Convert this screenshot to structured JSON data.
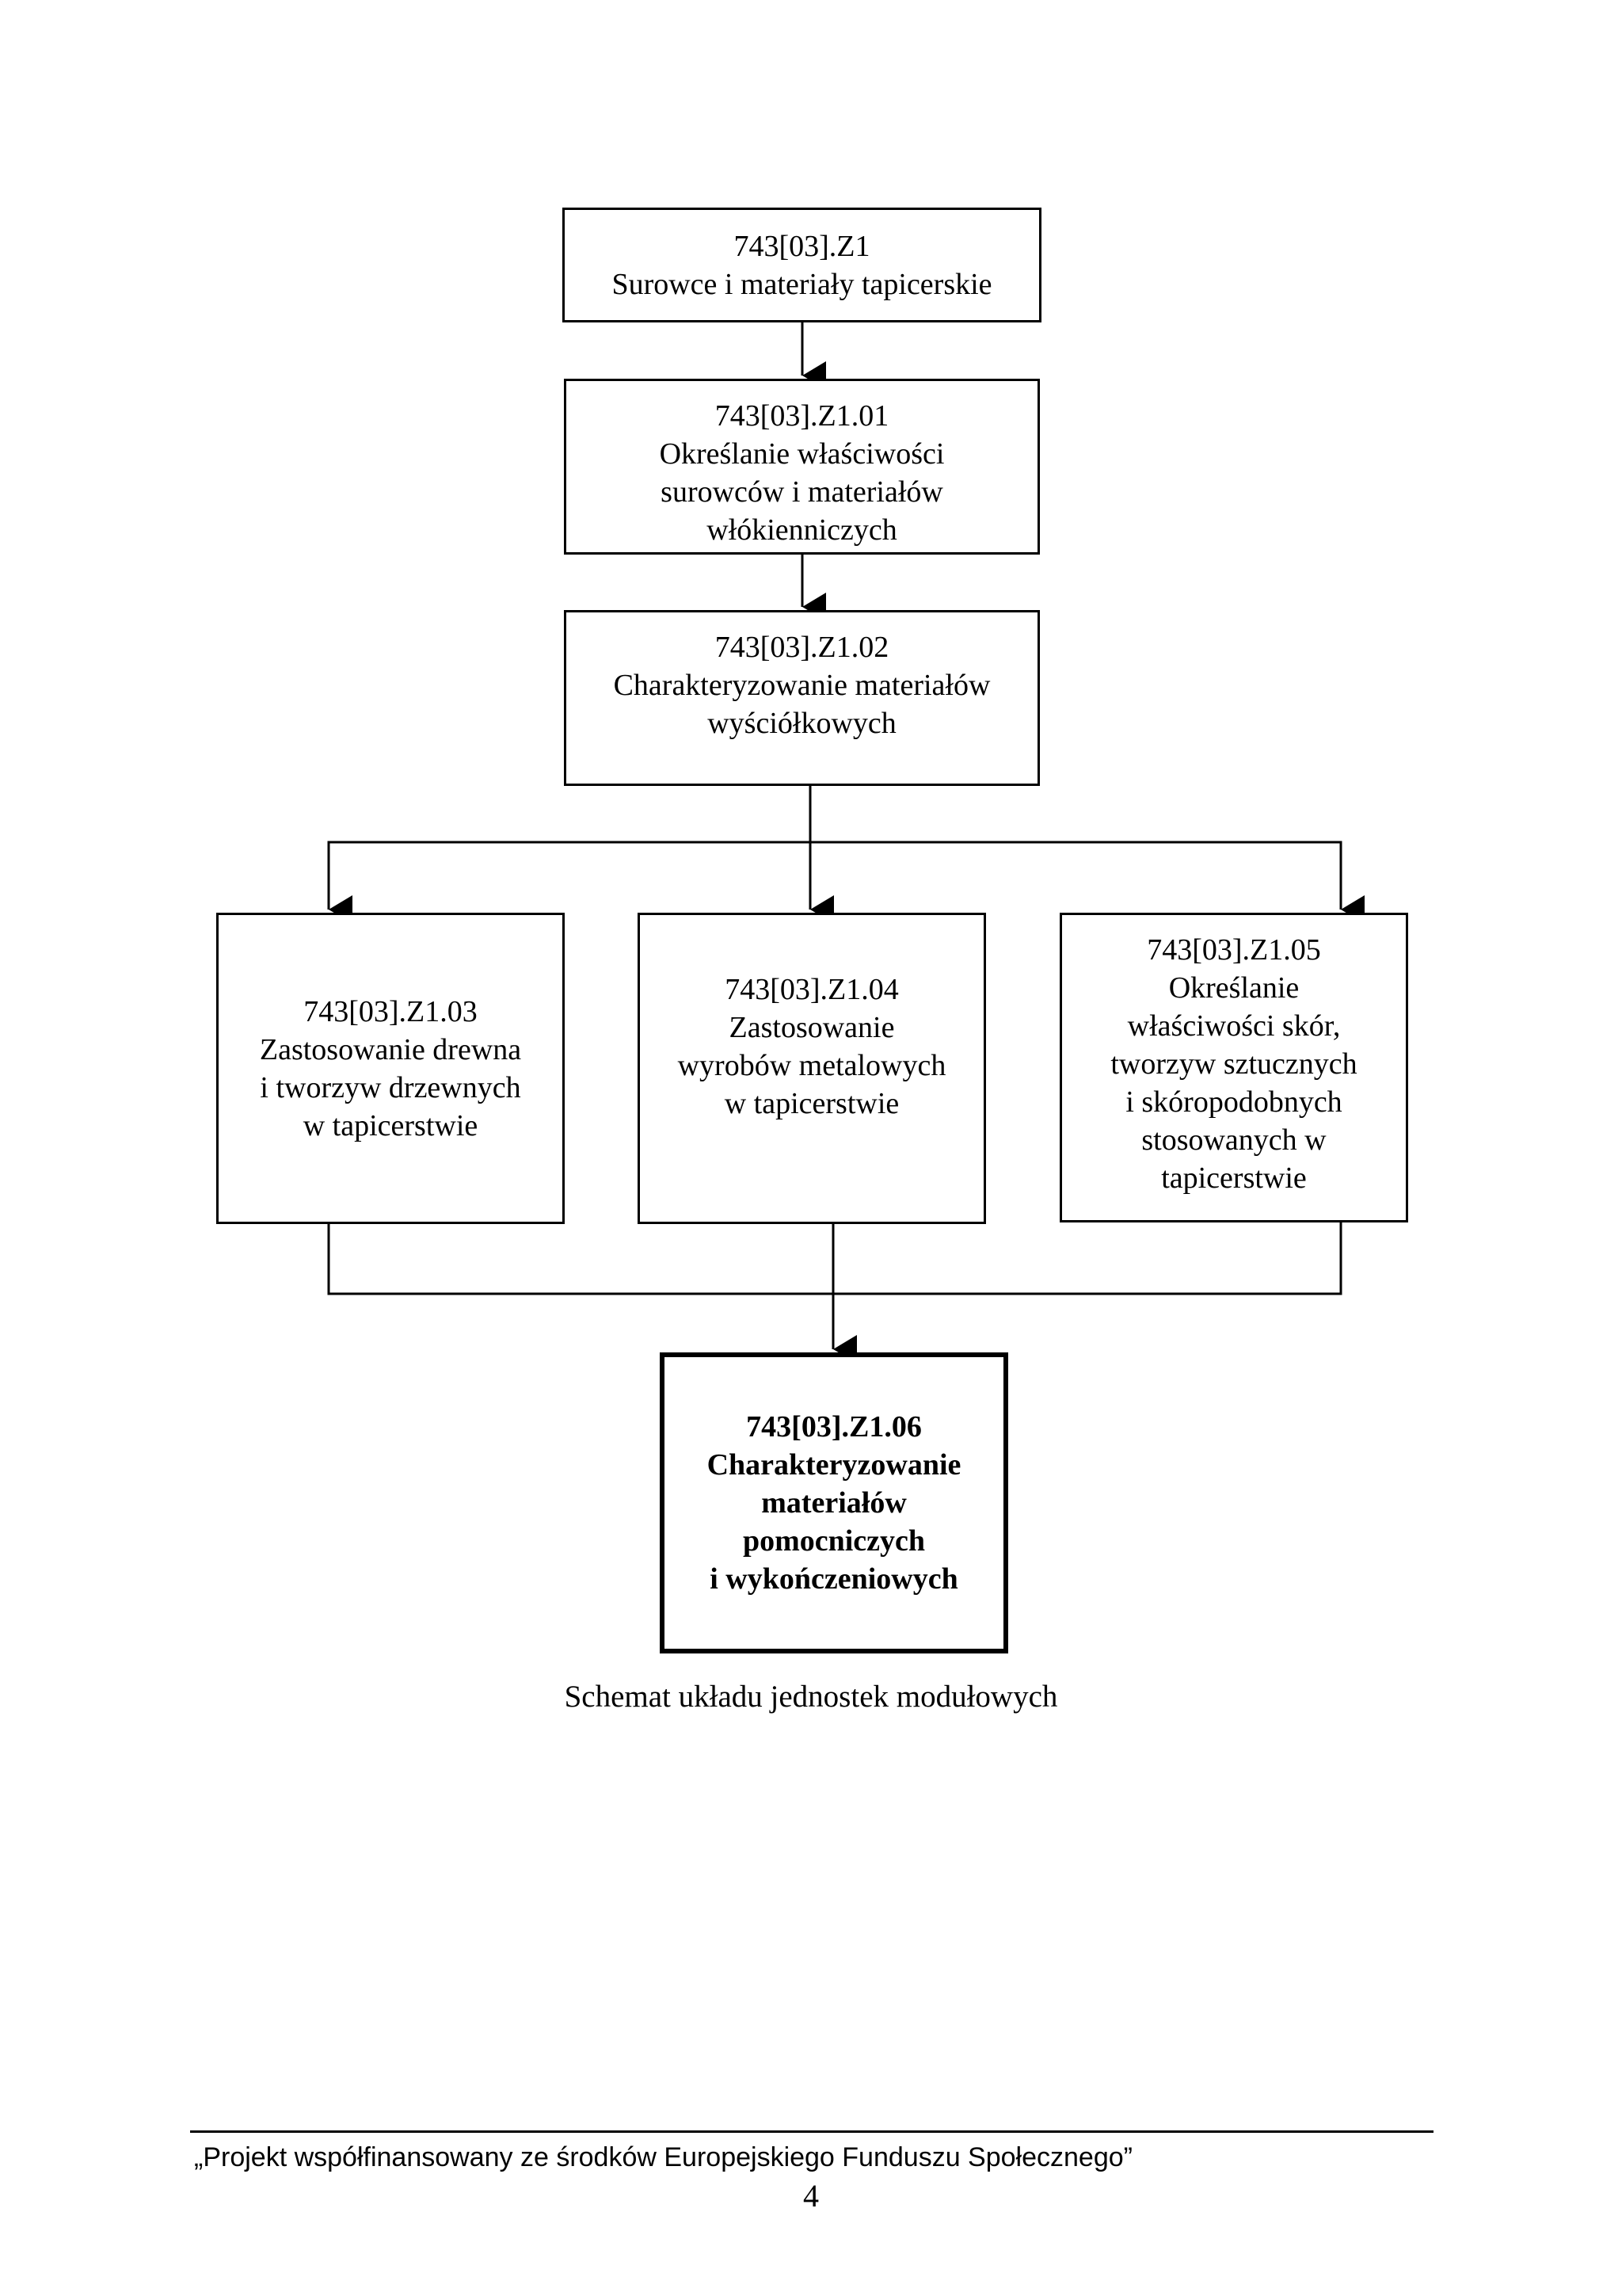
{
  "colors": {
    "background": "#ffffff",
    "line": "#000000",
    "text": "#000000"
  },
  "diagram": {
    "caption": "Schemat układu jednostek modułowych",
    "nodes": {
      "z1": {
        "lines": [
          "743[03].Z1",
          "Surowce i materiały tapicerskie"
        ],
        "bold": false
      },
      "z1_01": {
        "lines": [
          "743[03].Z1.01",
          "Określanie właściwości",
          "surowców i materiałów",
          "włókienniczych"
        ],
        "bold": false
      },
      "z1_02": {
        "lines": [
          "743[03].Z1.02",
          "Charakteryzowanie materiałów",
          "wyściółkowych"
        ],
        "bold": false
      },
      "z1_03": {
        "lines": [
          "743[03].Z1.03",
          "Zastosowanie drewna",
          "i tworzyw drzewnych",
          "w tapicerstwie"
        ],
        "bold": false
      },
      "z1_04": {
        "lines": [
          "743[03].Z1.04",
          "Zastosowanie",
          "wyrobów metalowych",
          "w tapicerstwie"
        ],
        "bold": false
      },
      "z1_05": {
        "lines": [
          "743[03].Z1.05",
          "Określanie",
          "właściwości skór,",
          "tworzyw sztucznych",
          "i skóropodobnych",
          "stosowanych w",
          "tapicerstwie"
        ],
        "bold": false
      },
      "z1_06": {
        "lines": [
          "743[03].Z1.06",
          "Charakteryzowanie",
          "materiałów",
          "pomocniczych",
          "i wykończeniowych"
        ],
        "bold": true
      }
    }
  },
  "footer": {
    "text": "„Projekt współfinansowany ze środków Europejskiego Funduszu Społecznego”",
    "page_number": "4"
  }
}
